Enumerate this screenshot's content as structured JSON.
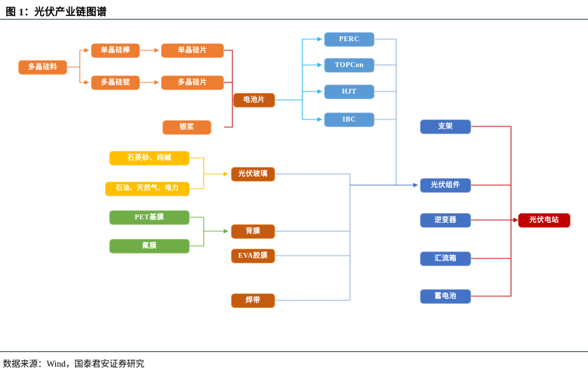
{
  "figure": {
    "title": "图 1：光伏产业链图谱",
    "source": "数据来源：Wind，国泰君安证券研究"
  },
  "palette": {
    "orange": "#ED7D31",
    "brown": "#C55A11",
    "blue": "#5B9BD5",
    "dark_blue": "#4472C4",
    "yellow": "#FFC000",
    "green": "#70AD47",
    "red": "#C00000",
    "rule": "#1F3864"
  },
  "chart_data": {
    "type": "diagram",
    "title": "光伏产业链图谱",
    "nodes": [
      {
        "id": "n1",
        "label": "多晶硅料",
        "group": "silicon",
        "color": "orange"
      },
      {
        "id": "n2",
        "label": "单晶硅棒",
        "group": "silicon",
        "color": "orange"
      },
      {
        "id": "n3",
        "label": "多晶硅锭",
        "group": "silicon",
        "color": "orange"
      },
      {
        "id": "n4",
        "label": "单晶硅片",
        "group": "wafer",
        "color": "orange"
      },
      {
        "id": "n5",
        "label": "多晶硅片",
        "group": "wafer",
        "color": "orange"
      },
      {
        "id": "n6",
        "label": "银浆",
        "group": "wafer",
        "color": "orange"
      },
      {
        "id": "n7",
        "label": "电池片",
        "group": "cell",
        "color": "brown"
      },
      {
        "id": "n8",
        "label": "PERC",
        "group": "cell-tech",
        "color": "blue"
      },
      {
        "id": "n9",
        "label": "TOPCon",
        "group": "cell-tech",
        "color": "blue"
      },
      {
        "id": "n10",
        "label": "HJT",
        "group": "cell-tech",
        "color": "blue"
      },
      {
        "id": "n11",
        "label": "IBC",
        "group": "cell-tech",
        "color": "blue"
      },
      {
        "id": "n12",
        "label": "石英砂、纯碱",
        "group": "glass-raw",
        "color": "yellow"
      },
      {
        "id": "n13",
        "label": "石油、天然气、电力",
        "group": "glass-raw",
        "color": "yellow"
      },
      {
        "id": "n14",
        "label": "光伏玻璃",
        "group": "material",
        "color": "brown"
      },
      {
        "id": "n15",
        "label": "PET基膜",
        "group": "film-raw",
        "color": "green"
      },
      {
        "id": "n16",
        "label": "氟膜",
        "group": "film-raw",
        "color": "green"
      },
      {
        "id": "n17",
        "label": "背膜",
        "group": "material",
        "color": "brown"
      },
      {
        "id": "n18",
        "label": "EVA胶膜",
        "group": "material",
        "color": "brown"
      },
      {
        "id": "n19",
        "label": "焊带",
        "group": "material",
        "color": "brown"
      },
      {
        "id": "n20",
        "label": "支架",
        "group": "system",
        "color": "dark_blue"
      },
      {
        "id": "n21",
        "label": "光伏组件",
        "group": "system",
        "color": "dark_blue"
      },
      {
        "id": "n22",
        "label": "逆变器",
        "group": "system",
        "color": "dark_blue"
      },
      {
        "id": "n23",
        "label": "汇流箱",
        "group": "system",
        "color": "dark_blue"
      },
      {
        "id": "n24",
        "label": "蓄电池",
        "group": "system",
        "color": "dark_blue"
      },
      {
        "id": "n25",
        "label": "光伏电站",
        "group": "plant",
        "color": "red"
      }
    ],
    "edges": [
      {
        "from": "n1",
        "to": "n2"
      },
      {
        "from": "n1",
        "to": "n3"
      },
      {
        "from": "n2",
        "to": "n4"
      },
      {
        "from": "n3",
        "to": "n5"
      },
      {
        "from": "n4",
        "to": "n7"
      },
      {
        "from": "n5",
        "to": "n7"
      },
      {
        "from": "n6",
        "to": "n7"
      },
      {
        "from": "n7",
        "to": "n8"
      },
      {
        "from": "n7",
        "to": "n9"
      },
      {
        "from": "n7",
        "to": "n10"
      },
      {
        "from": "n7",
        "to": "n11"
      },
      {
        "from": "n8",
        "to": "n21"
      },
      {
        "from": "n9",
        "to": "n21"
      },
      {
        "from": "n10",
        "to": "n21"
      },
      {
        "from": "n11",
        "to": "n21"
      },
      {
        "from": "n12",
        "to": "n14"
      },
      {
        "from": "n13",
        "to": "n14"
      },
      {
        "from": "n15",
        "to": "n17"
      },
      {
        "from": "n16",
        "to": "n17"
      },
      {
        "from": "n14",
        "to": "n21"
      },
      {
        "from": "n17",
        "to": "n21"
      },
      {
        "from": "n18",
        "to": "n21"
      },
      {
        "from": "n19",
        "to": "n21"
      },
      {
        "from": "n20",
        "to": "n25"
      },
      {
        "from": "n21",
        "to": "n25"
      },
      {
        "from": "n22",
        "to": "n25"
      },
      {
        "from": "n23",
        "to": "n25"
      },
      {
        "from": "n24",
        "to": "n25"
      }
    ]
  }
}
